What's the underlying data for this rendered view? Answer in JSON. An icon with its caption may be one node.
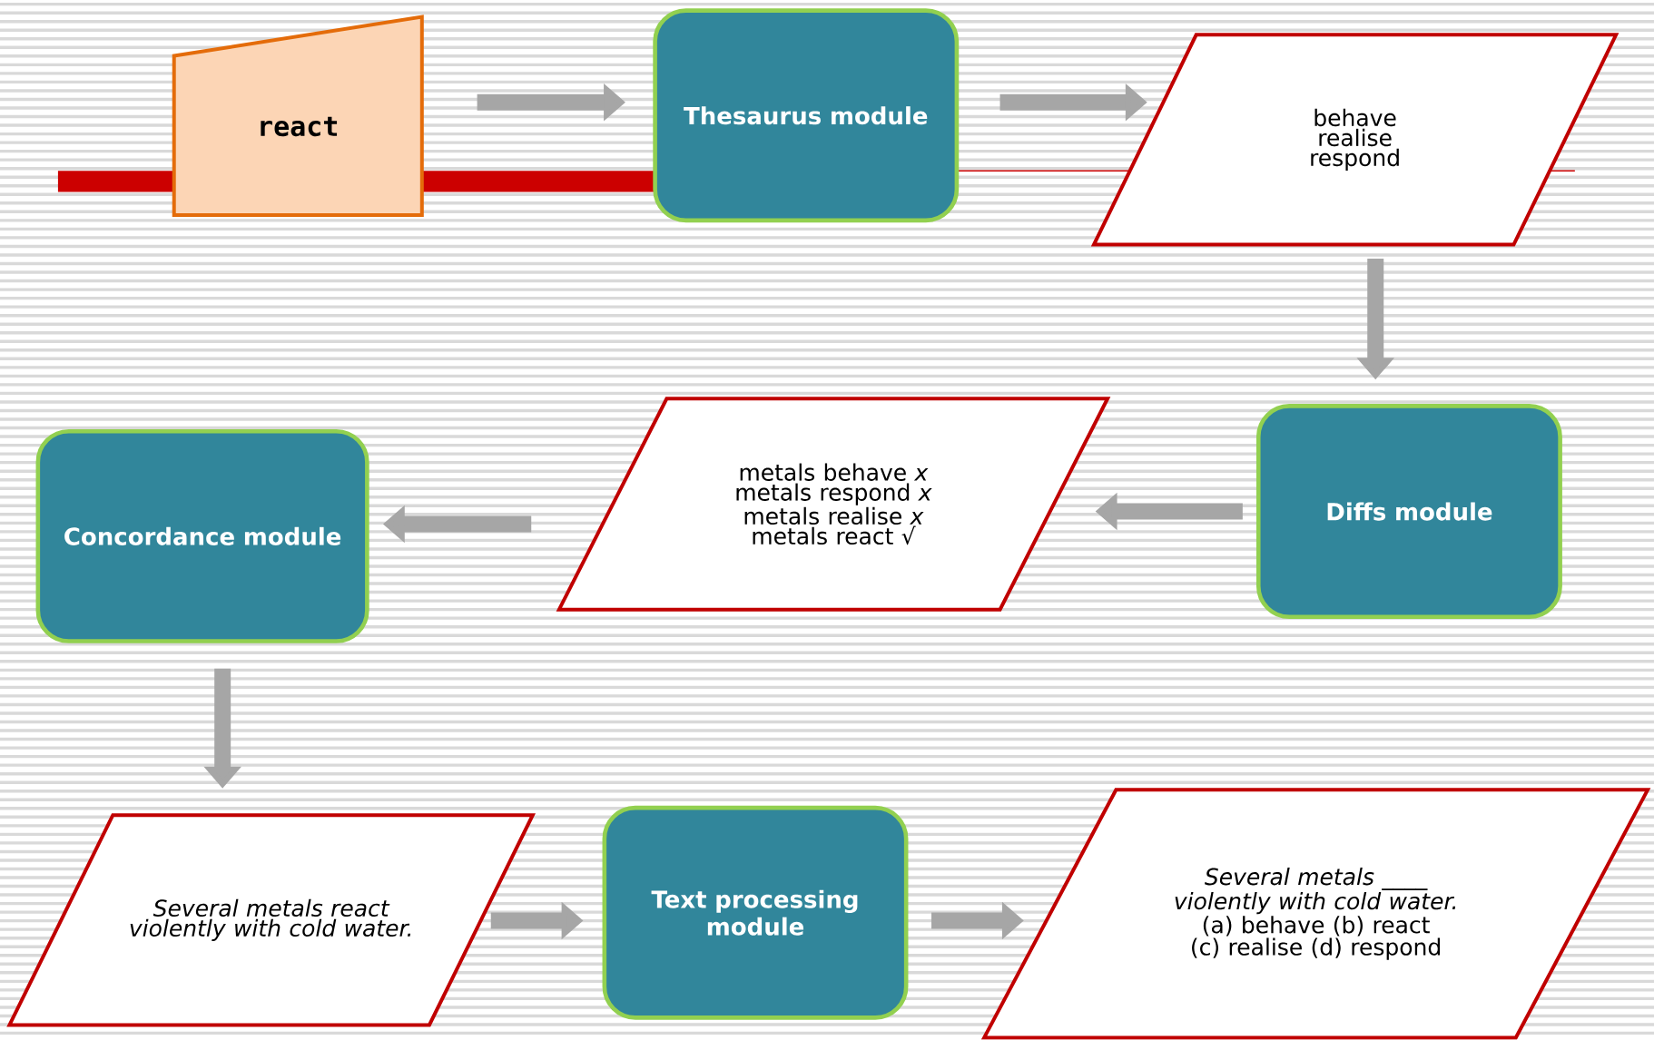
{
  "diagram": {
    "nodes": [
      {
        "text": [
          "react"
        ]
      },
      {
        "text": [
          "Thesaurus module"
        ]
      },
      {
        "text": [
          "behave",
          "realise",
          "respond"
        ]
      },
      {
        "text": [
          "Diffs module"
        ]
      },
      {
        "text": [
          "metals behave *x*",
          "metals respond *x*",
          "metals realise *x*",
          "metals react √"
        ]
      },
      {
        "text": [
          "Concordance module"
        ]
      },
      {
        "text": [
          "Several metals react violently with cold water."
        ]
      },
      {
        "text": [
          "Text processing module"
        ]
      },
      {
        "text": [
          "Several metals ____ violently with cold water.",
          "(a) behave (b) react (c) realise (d) respond"
        ]
      }
    ],
    "edges": [
      {
        "from": 0,
        "to": 1,
        "arrow": "to"
      },
      {
        "from": 1,
        "to": 2,
        "arrow": "to"
      },
      {
        "from": 2,
        "to": 3,
        "arrow": "to"
      },
      {
        "from": 3,
        "to": 4,
        "arrow": "to"
      },
      {
        "from": 4,
        "to": 5,
        "arrow": "to"
      },
      {
        "from": 5,
        "to": 6,
        "arrow": "to"
      },
      {
        "from": 6,
        "to": 7,
        "arrow": "to"
      },
      {
        "from": 7,
        "to": 8,
        "arrow": "to"
      }
    ]
  }
}
